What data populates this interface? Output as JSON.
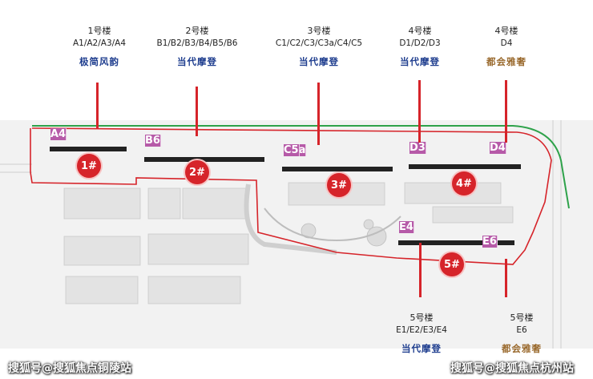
{
  "colors": {
    "unit_fill": "#b65aa8",
    "marker": "#d6242a",
    "style_modern": "#1f3e8f",
    "style_elegant": "#9a6a2e"
  },
  "buildings": [
    {
      "id": "1",
      "title": "1号楼",
      "units_text": "A1/A2/A3/A4",
      "style": "极简风韵",
      "style_color": "#1f3e8f",
      "marker": "1#",
      "units": [
        "A1",
        "A2",
        "A3",
        "A4"
      ]
    },
    {
      "id": "2",
      "title": "2号楼",
      "units_text": "B1/B2/B3/B4/B5/B6",
      "style": "当代摩登",
      "style_color": "#1f3e8f",
      "marker": "2#",
      "units": [
        "B1",
        "B2",
        "B3",
        "B4",
        "B5",
        "B6"
      ]
    },
    {
      "id": "3",
      "title": "3号楼",
      "units_text": "C1/C2/C3/C3a/C4/C5",
      "style": "当代摩登",
      "style_color": "#1f3e8f",
      "marker": "3#",
      "units": [
        "C1",
        "C2",
        "C3",
        "C3a",
        "C4",
        "C5"
      ]
    },
    {
      "id": "4a",
      "title": "4号楼",
      "units_text": "D1/D2/D3",
      "style": "当代摩登",
      "style_color": "#1f3e8f",
      "marker": "4#",
      "units": [
        "D1",
        "D2",
        "D3"
      ]
    },
    {
      "id": "4b",
      "title": "4号楼",
      "units_text": "D4",
      "style": "都会雅奢",
      "style_color": "#9a6a2e",
      "units": [
        "D4"
      ]
    },
    {
      "id": "5a",
      "title": "5号楼",
      "units_text": "E1/E2/E3/E4",
      "style": "当代摩登",
      "style_color": "#1f3e8f",
      "marker": "5#",
      "units": [
        "E1",
        "E2",
        "E3",
        "E4"
      ]
    },
    {
      "id": "5b",
      "title": "5号楼",
      "units_text": "E6",
      "style": "都会雅奢",
      "style_color": "#9a6a2e",
      "units": [
        "E6"
      ]
    }
  ],
  "watermark": {
    "left": "搜狐号@搜狐焦点铜陵站",
    "right": "搜狐号@搜狐焦点杭州站"
  }
}
